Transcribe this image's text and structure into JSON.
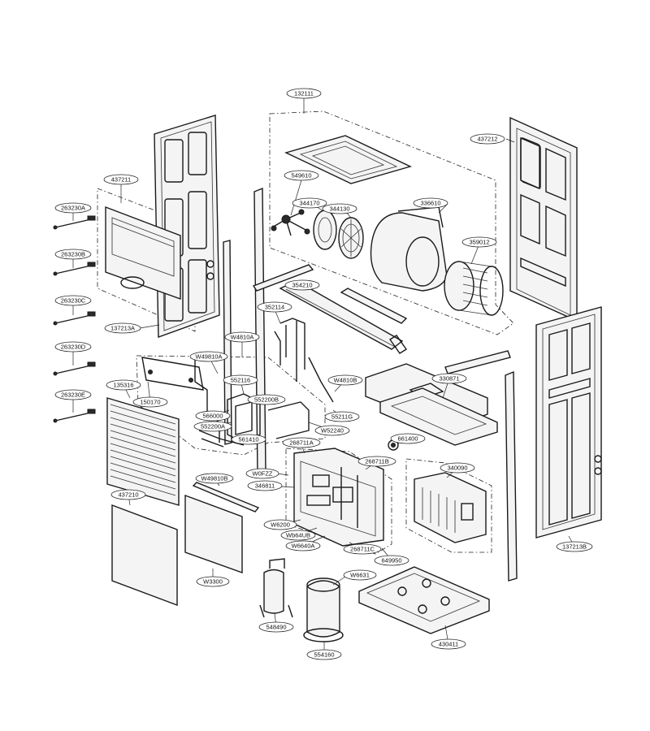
{
  "labels": [
    {
      "id": "l-132111",
      "text": "132111"
    },
    {
      "id": "l-437212",
      "text": "437212"
    },
    {
      "id": "l-437211",
      "text": "437211"
    },
    {
      "id": "l-549610",
      "text": "549610"
    },
    {
      "id": "l-344170",
      "text": "344170"
    },
    {
      "id": "l-344130",
      "text": "344130"
    },
    {
      "id": "l-336610",
      "text": "336610"
    },
    {
      "id": "l-359012",
      "text": "359012"
    },
    {
      "id": "l-263230A",
      "text": "263230A"
    },
    {
      "id": "l-263230B",
      "text": "263230B"
    },
    {
      "id": "l-263230C",
      "text": "263230C"
    },
    {
      "id": "l-263230D",
      "text": "263230D"
    },
    {
      "id": "l-263230E",
      "text": "263230E"
    },
    {
      "id": "l-137213A",
      "text": "137213A"
    },
    {
      "id": "l-354210",
      "text": "354210"
    },
    {
      "id": "l-352114",
      "text": "352114"
    },
    {
      "id": "l-W4810A",
      "text": "W4810A"
    },
    {
      "id": "l-W49810A",
      "text": "W49810A"
    },
    {
      "id": "l-552116",
      "text": "552116"
    },
    {
      "id": "l-135316",
      "text": "135316"
    },
    {
      "id": "l-150170",
      "text": "150170"
    },
    {
      "id": "l-552200B",
      "text": "552200B"
    },
    {
      "id": "l-W4810B",
      "text": "W4810B"
    },
    {
      "id": "l-330871",
      "text": "330871"
    },
    {
      "id": "l-566000",
      "text": "566000"
    },
    {
      "id": "l-552200A",
      "text": "552200A"
    },
    {
      "id": "l-55211G",
      "text": "55211G"
    },
    {
      "id": "l-W52240",
      "text": "W52240"
    },
    {
      "id": "l-561410",
      "text": "561410"
    },
    {
      "id": "l-268711A",
      "text": "268711A"
    },
    {
      "id": "l-661400",
      "text": "661400"
    },
    {
      "id": "l-268711B",
      "text": "268711B"
    },
    {
      "id": "l-W0FZZ",
      "text": "W0FZZ"
    },
    {
      "id": "l-340090",
      "text": "340090"
    },
    {
      "id": "l-W49810B",
      "text": "W49810B"
    },
    {
      "id": "l-346811",
      "text": "346811"
    },
    {
      "id": "l-437210",
      "text": "437210"
    },
    {
      "id": "l-W6200",
      "text": "W6200"
    },
    {
      "id": "l-Wb64UB",
      "text": "Wb64UB"
    },
    {
      "id": "l-W6640A",
      "text": "W6640A"
    },
    {
      "id": "l-268711C",
      "text": "268711C"
    },
    {
      "id": "l-137213B",
      "text": "137213B"
    },
    {
      "id": "l-649950",
      "text": "649950"
    },
    {
      "id": "l-W3300",
      "text": "W3300"
    },
    {
      "id": "l-W6631",
      "text": "W6631"
    },
    {
      "id": "l-548490",
      "text": "548490"
    },
    {
      "id": "l-430411",
      "text": "430411"
    },
    {
      "id": "l-554160",
      "text": "554160"
    }
  ]
}
